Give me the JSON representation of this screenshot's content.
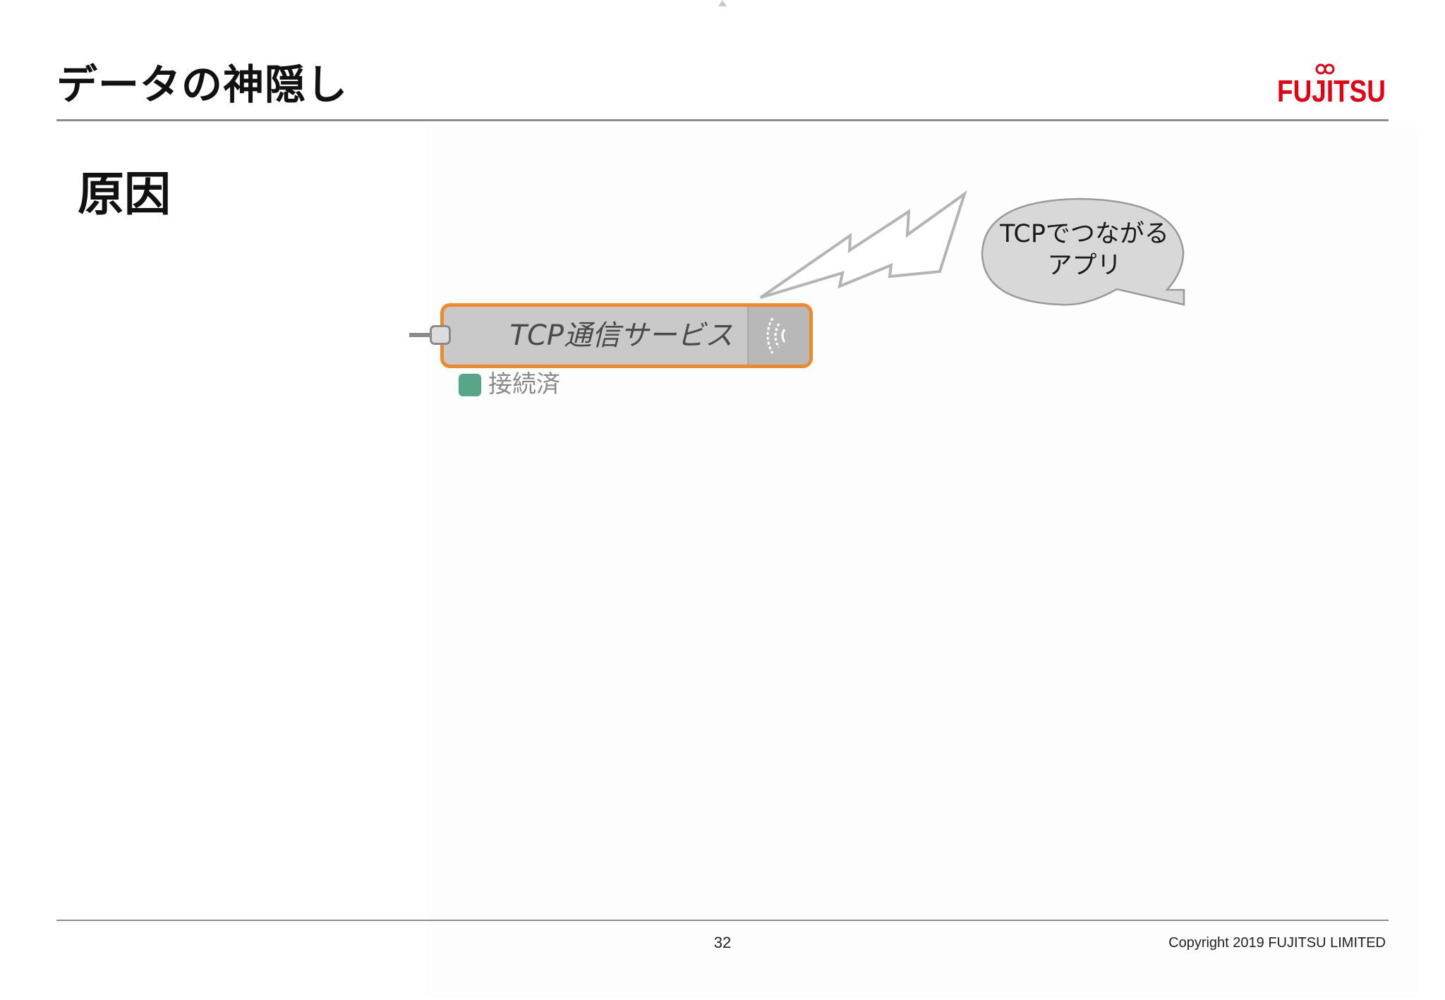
{
  "slide": {
    "title": "データの神隠し",
    "section_heading": "原因",
    "logo_text": "FUJITSU",
    "accent_color": "#e60012"
  },
  "node": {
    "label": "TCP通信サービス",
    "icon": "tcp-wave-icon",
    "border_color": "#ee8a2b",
    "status_text": "接続済",
    "status_color": "#58a587"
  },
  "callout": {
    "lines": [
      "TCPでつながる",
      "アプリ"
    ],
    "connector_icon": "lightning-bolt-icon"
  },
  "footer": {
    "page_number": "32",
    "copyright": "Copyright 2019 FUJITSU LIMITED"
  }
}
